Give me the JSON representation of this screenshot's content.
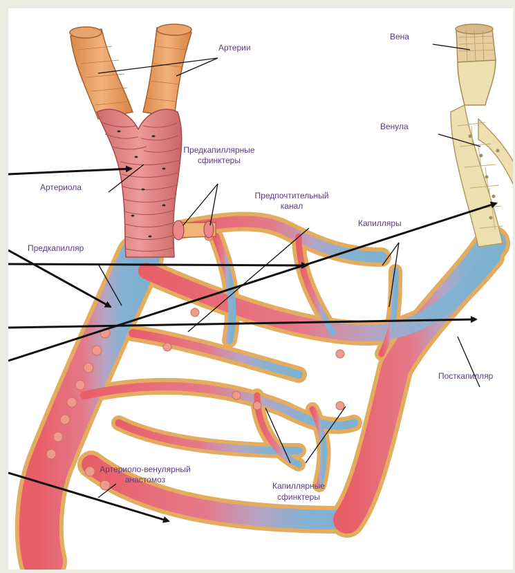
{
  "labels": {
    "arteries": "Артерии",
    "vein": "Вена",
    "venule": "Венула",
    "precap_sphincters_1": "Предкапиллярные",
    "precap_sphincters_2": "сфинктеры",
    "arteriole": "Артериола",
    "preferred_channel_1": "Предпочтительный",
    "preferred_channel_2": "канал",
    "capillaries": "Капилляры",
    "precapillary": "Предкапилляр",
    "postcapillary": "Посткапилляр",
    "av_anastomosis_1": "Артериоло-венулярный",
    "av_anastomosis_2": "анастомоз",
    "cap_sphincters_1": "Капиллярные",
    "cap_sphincters_2": "сфинктеры"
  },
  "colors": {
    "artery_outer": "#e8a86a",
    "arteriole": "#e0787a",
    "blood_red": "#e86068",
    "vessel_wall": "#e8b060",
    "vein_blue": "#7fb0d0",
    "venule_cream": "#ecdfb0",
    "label_text": "#5a3a86",
    "frame": "#ecebdf"
  }
}
